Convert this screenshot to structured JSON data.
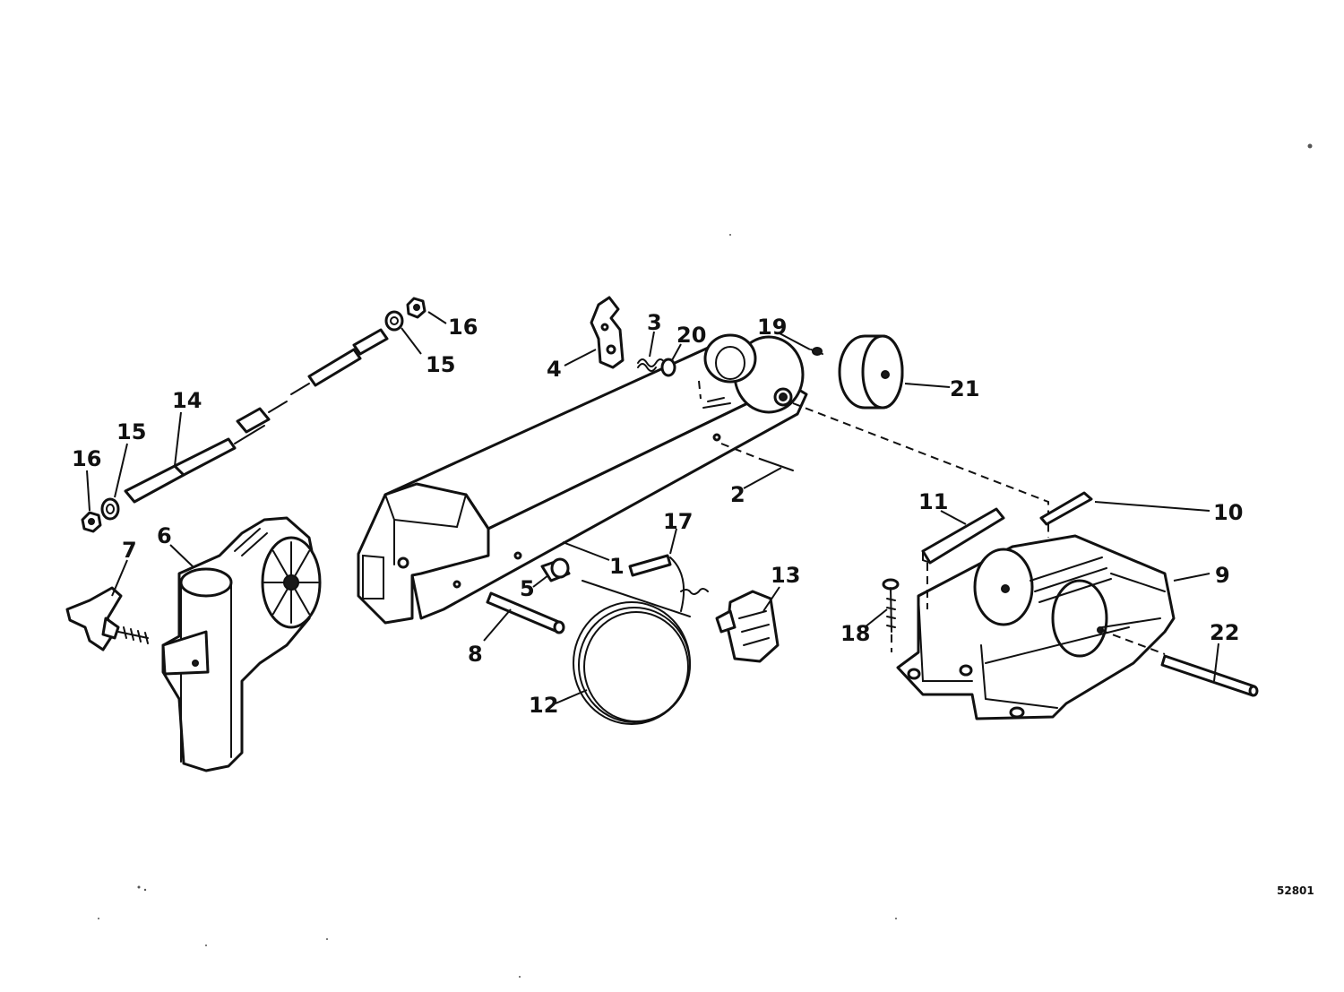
{
  "diagram": {
    "figure_number": "52801",
    "callouts": {
      "c1": "1",
      "c2": "2",
      "c3": "3",
      "c4": "4",
      "c5": "5",
      "c6": "6",
      "c7": "7",
      "c8": "8",
      "c9": "9",
      "c10": "10",
      "c11": "11",
      "c12": "12",
      "c13": "13",
      "c14": "14",
      "c15a": "15",
      "c15b": "15",
      "c16a": "16",
      "c16b": "16",
      "c17": "17",
      "c18": "18",
      "c19": "19",
      "c20": "20",
      "c21": "21",
      "c22": "22"
    }
  }
}
